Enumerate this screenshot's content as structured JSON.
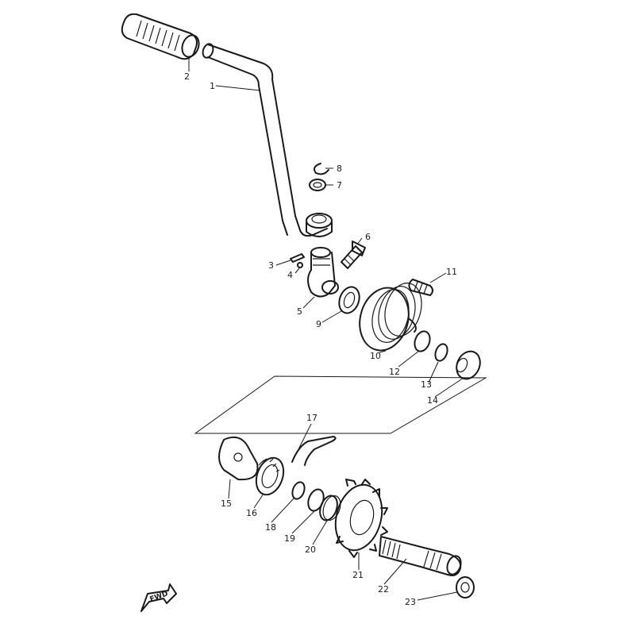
{
  "labels": {
    "p1": "1",
    "p2": "2",
    "p3": "3",
    "p4": "4",
    "p5": "5",
    "p6": "6",
    "p7": "7",
    "p8": "8",
    "p9": "9",
    "p10": "10",
    "p11": "11",
    "p12": "12",
    "p13": "13",
    "p14": "14",
    "p15": "15",
    "p16": "16",
    "p17": "17",
    "p18": "18",
    "p19": "19",
    "p20": "20",
    "p21": "21",
    "p22": "22",
    "p23": "23"
  },
  "fwd_marker": "FWD"
}
